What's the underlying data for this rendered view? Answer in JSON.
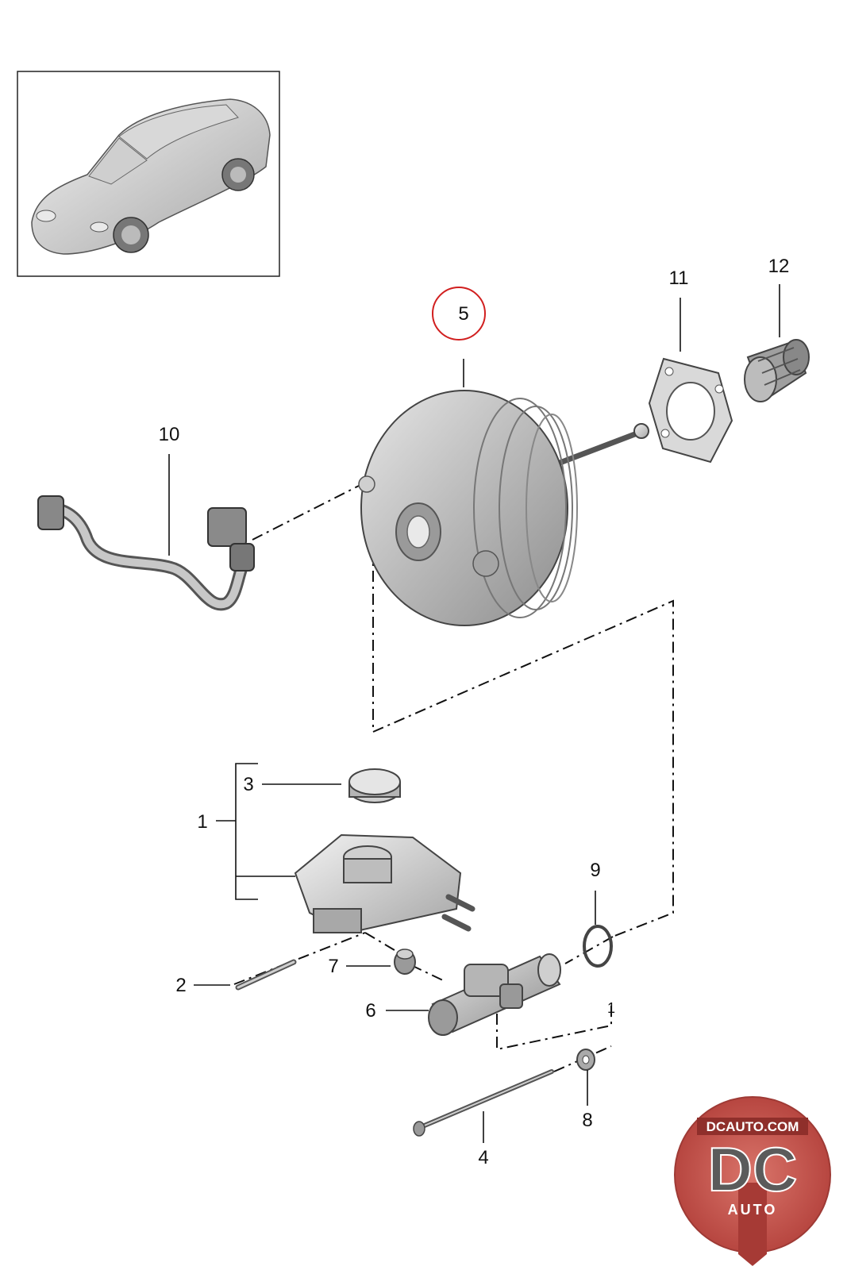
{
  "callouts": {
    "c1": "1",
    "c1b": "1",
    "c2": "2",
    "c3": "3",
    "c4": "4",
    "c5": "5",
    "c6": "6",
    "c7": "7",
    "c8": "8",
    "c9": "9",
    "c10": "10",
    "c11": "11",
    "c12": "12"
  },
  "highlight_color": "#d11f1f",
  "watermark": {
    "top_text": "DCAUTO.COM",
    "main_text": "DC",
    "sub_text": "AUTO"
  }
}
